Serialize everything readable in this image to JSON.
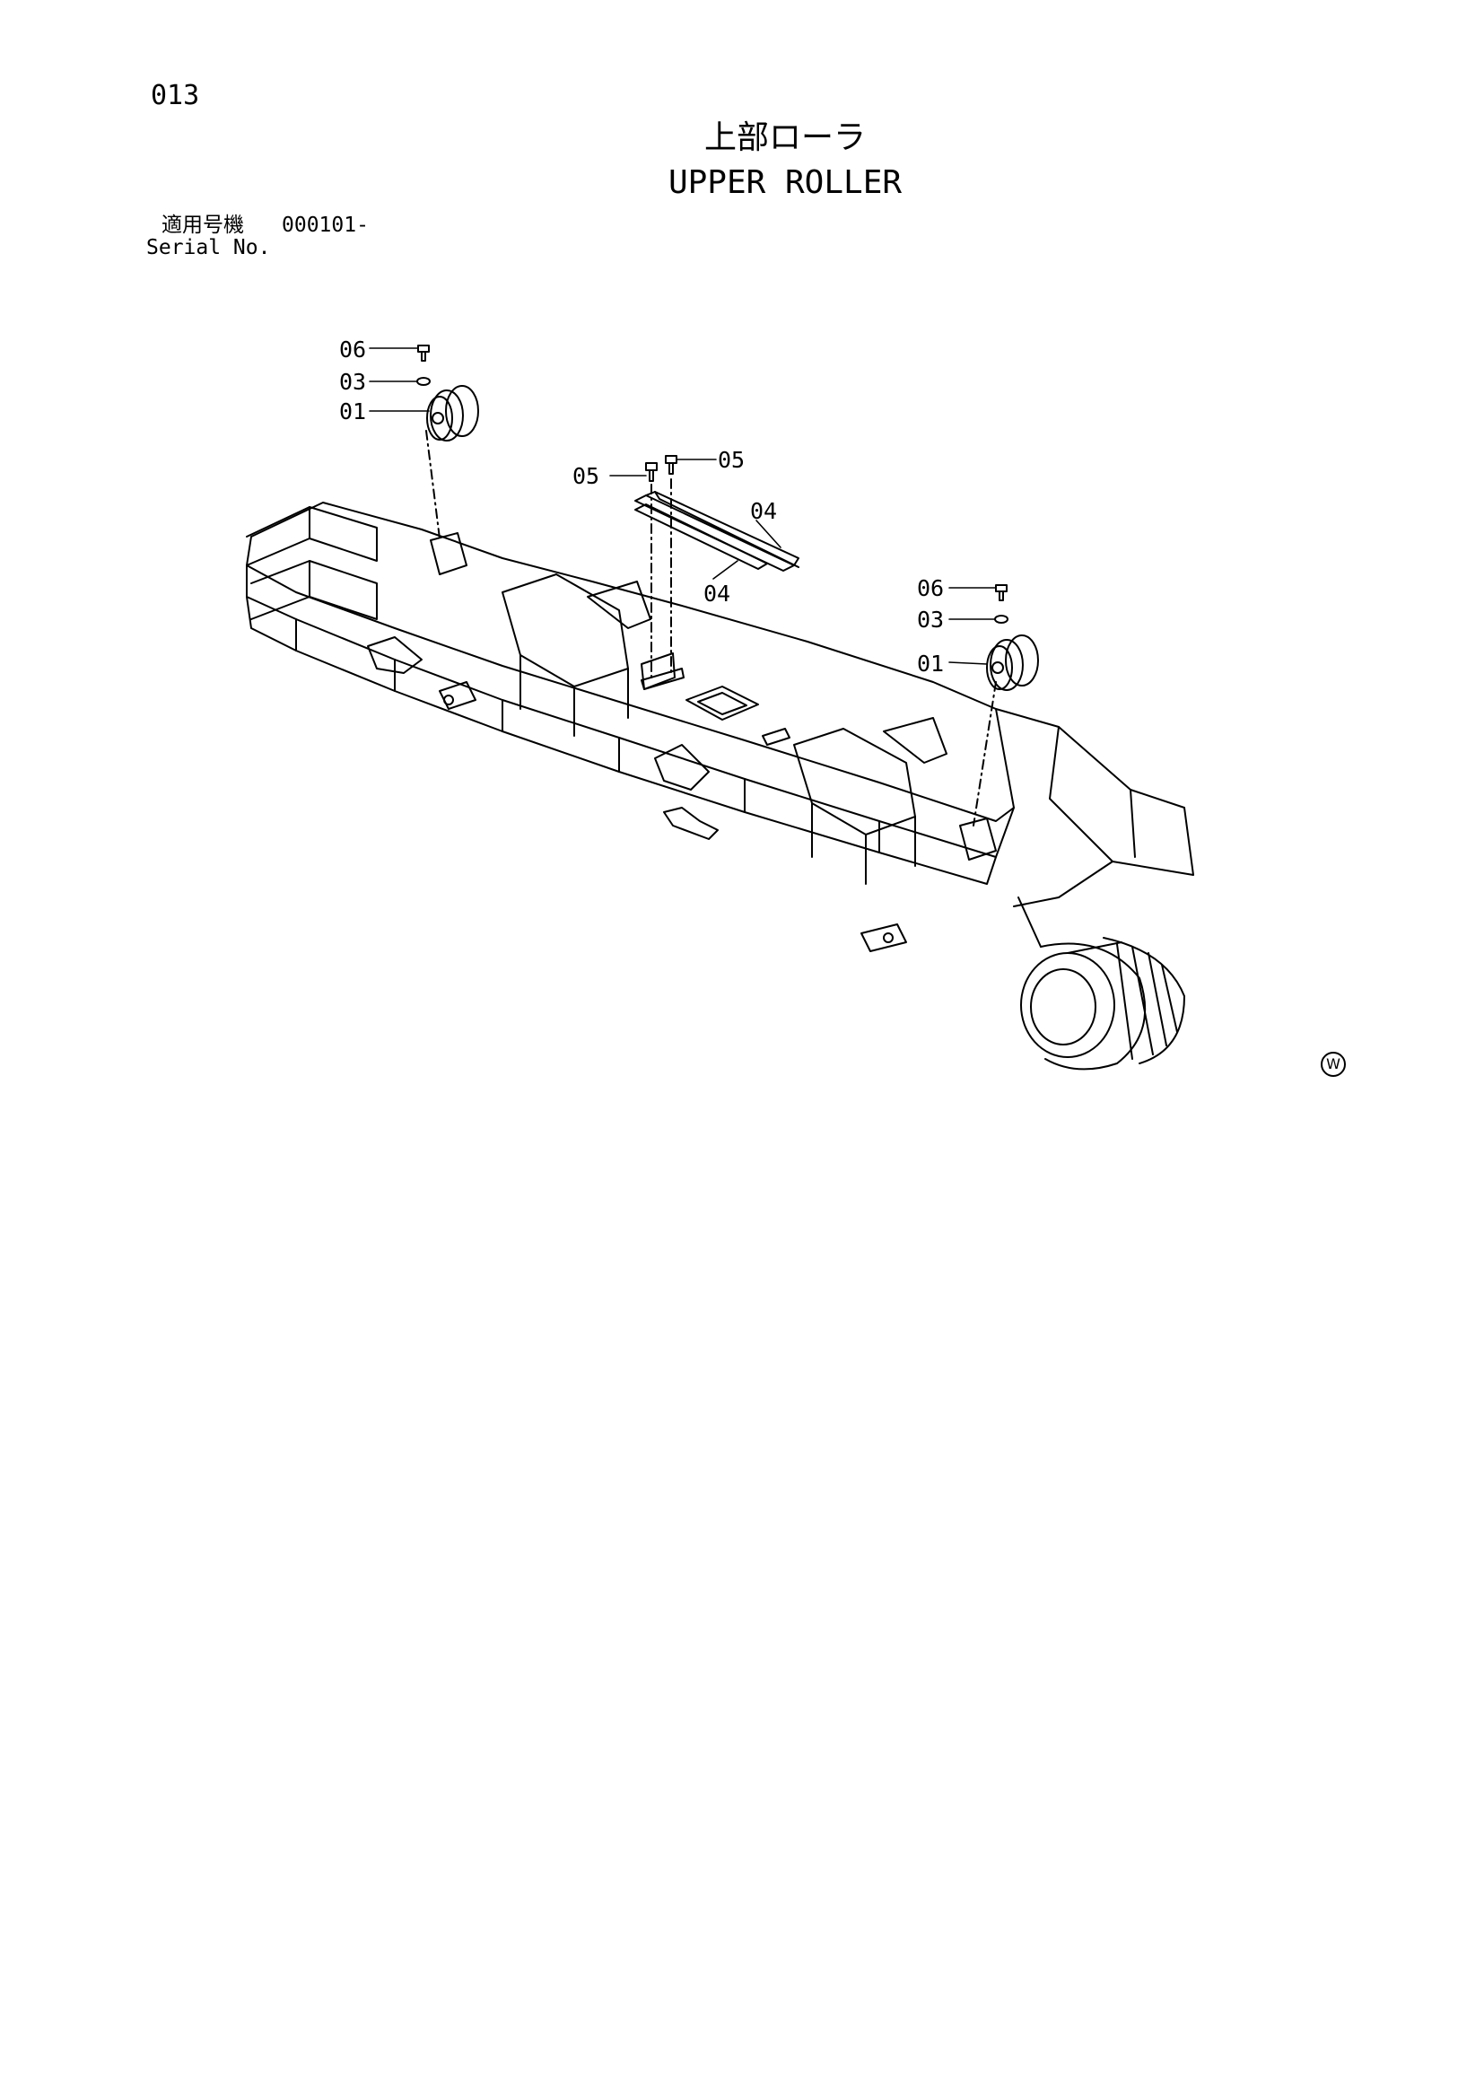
{
  "page": {
    "number": "013",
    "title_jp": "上部ローラ",
    "title_en": "UPPER ROLLER",
    "serial_label_jp": "適用号機",
    "serial_value": "000101-",
    "serial_label_en": "Serial No.",
    "mark": "W"
  },
  "callouts": {
    "left_06": "06",
    "left_03": "03",
    "left_01": "01",
    "center_05_left": "05",
    "center_05_right": "05",
    "center_04_top": "04",
    "center_04_bottom": "04",
    "right_06": "06",
    "right_03": "03",
    "right_01": "01"
  }
}
